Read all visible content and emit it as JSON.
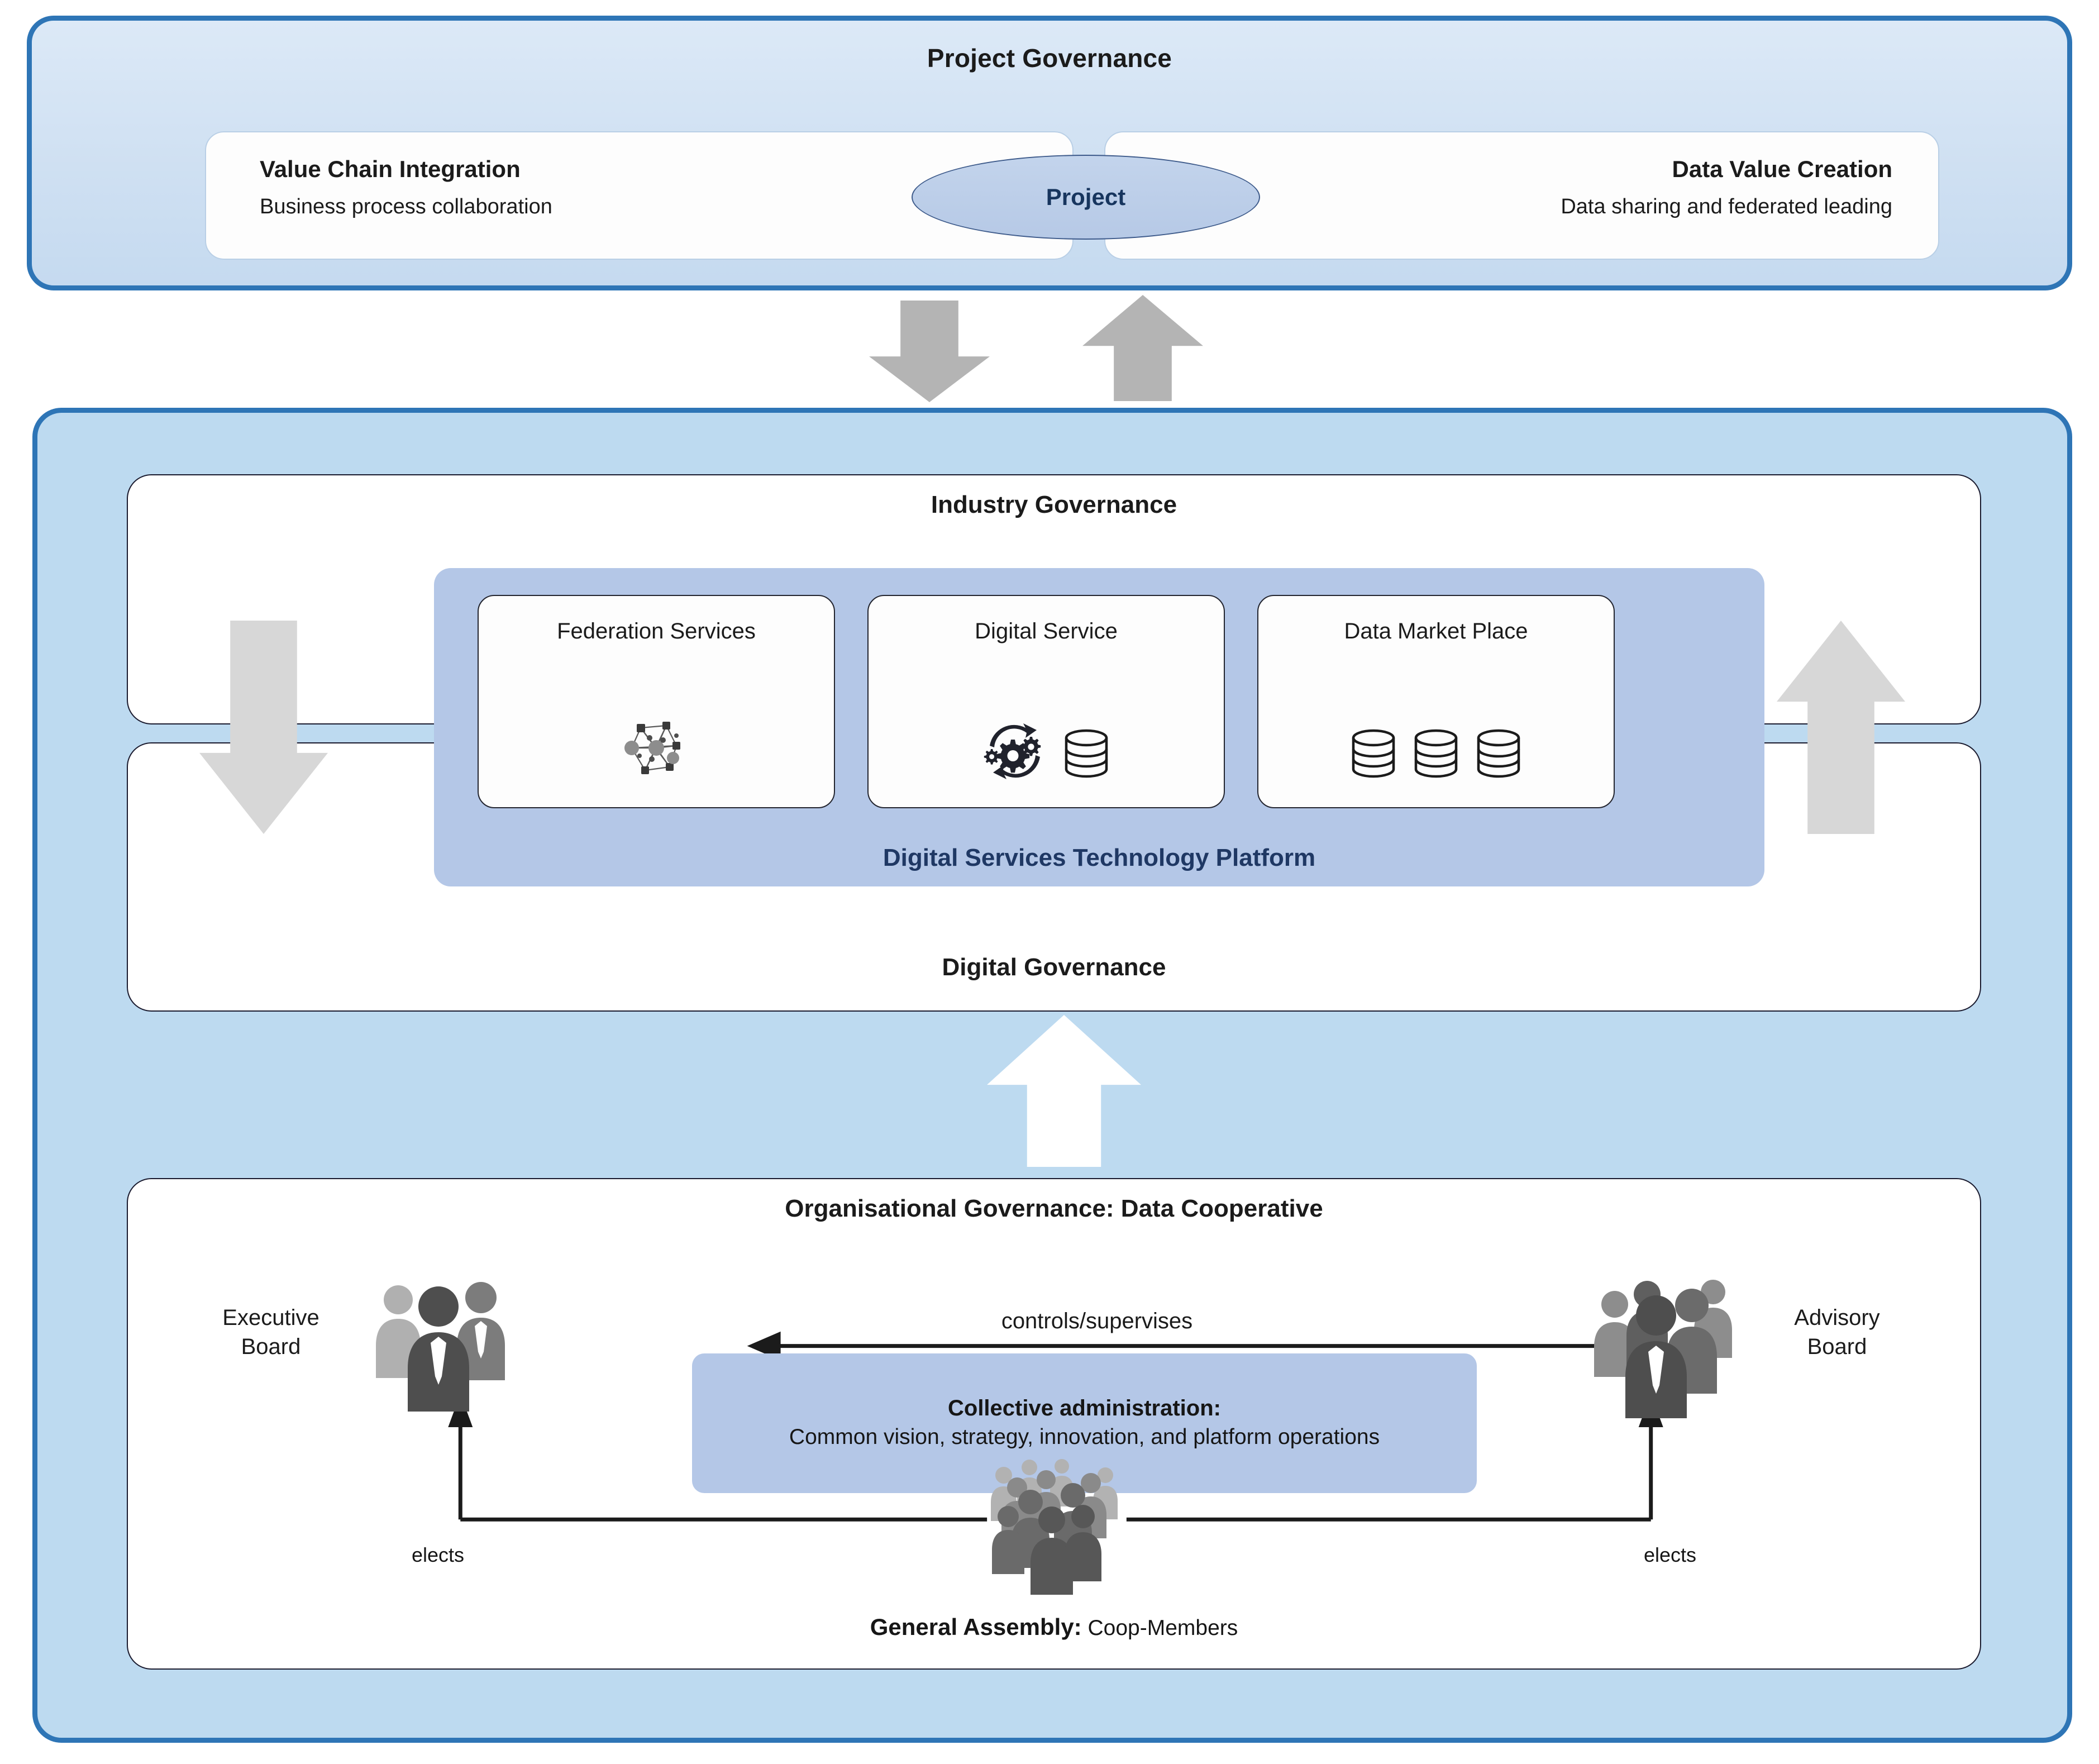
{
  "project_governance": {
    "title": "Project Governance",
    "left_card": {
      "heading": "Value Chain Integration",
      "sub": "Business process collaboration"
    },
    "center_node": {
      "label": "Project"
    },
    "right_card": {
      "heading": "Data Value Creation",
      "sub": "Data sharing and federated leading"
    }
  },
  "industry_governance": {
    "title": "Industry Governance"
  },
  "digital_governance": {
    "title": "Digital Governance"
  },
  "platform": {
    "label": "Digital Services Technology Platform",
    "services": [
      {
        "title": "Federation\nServices",
        "icons": [
          "network-graph-icon"
        ]
      },
      {
        "title": "Digital\nService",
        "icons": [
          "gears-cycle-icon",
          "database-icon"
        ]
      },
      {
        "title": "Data Market\nPlace",
        "icons": [
          "database-icon",
          "database-icon",
          "database-icon"
        ]
      }
    ]
  },
  "organisational_governance": {
    "title": "Organisational Governance: Data Cooperative",
    "executive_board_label": "Executive\nBoard",
    "advisory_board_label": "Advisory\nBoard",
    "controls_label": "controls/supervises",
    "elects_left_label": "elects",
    "elects_right_label": "elects",
    "collective_admin": {
      "title": "Collective administration:",
      "body": "Common vision, strategy, innovation, and platform operations"
    },
    "assembly": {
      "strong": "General Assembly:",
      "rest": " Coop-Members"
    }
  },
  "colors": {
    "panel_border_blue": "#2e75b6",
    "panel_fill_top": "#cfe0f2",
    "panel_fill_mid": "#bddaf0",
    "accent_block_blue": "#b4c7e7",
    "platform_text_blue": "#1f3864",
    "ellipse_fill": "#b6c9e6",
    "arrow_gray_dark": "#b4b4b4",
    "arrow_gray_light": "#d7d7d7",
    "person_dark": "#555555",
    "person_mid": "#6e6e6e",
    "person_light": "#a8a8a8"
  }
}
